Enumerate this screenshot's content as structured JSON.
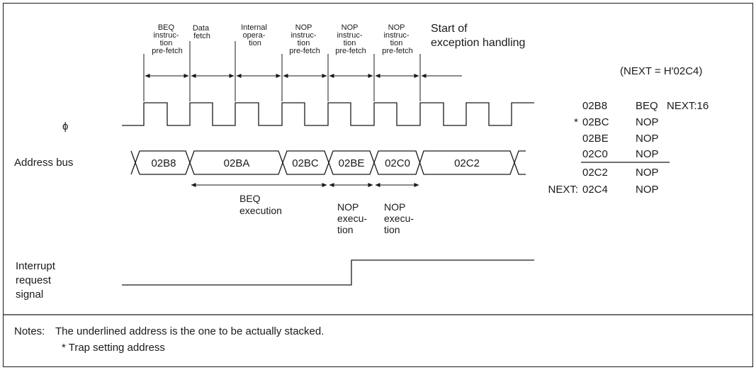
{
  "phases": [
    {
      "lines": [
        "BEQ",
        "instruc-",
        "tion",
        "pre-fetch"
      ]
    },
    {
      "lines": [
        "Data",
        "fetch"
      ]
    },
    {
      "lines": [
        "Internal",
        "opera-",
        "tion"
      ]
    },
    {
      "lines": [
        "NOP",
        "instruc-",
        "tion",
        "pre-fetch"
      ]
    },
    {
      "lines": [
        "NOP",
        "instruc-",
        "tion",
        "pre-fetch"
      ]
    },
    {
      "lines": [
        "NOP",
        "instruc-",
        "tion",
        "pre-fetch"
      ]
    }
  ],
  "exception_start": {
    "lines": [
      "Start of",
      "exception handling"
    ]
  },
  "next_note": "(NEXT = H'02C4)",
  "signals": {
    "clock": "ϕ",
    "address_bus": "Address bus",
    "interrupt": [
      "Interrupt",
      "request",
      "signal"
    ]
  },
  "bus_values": [
    "02B8",
    "02BA",
    "02BC",
    "02BE",
    "02C0",
    "02C2"
  ],
  "executions": [
    {
      "lines": [
        "BEQ",
        "execution"
      ]
    },
    {
      "lines": [
        "NOP",
        "execu-",
        "tion"
      ]
    },
    {
      "lines": [
        "NOP",
        "execu-",
        "tion"
      ]
    }
  ],
  "program": {
    "rows": [
      {
        "prefix": "",
        "addr": "02B8",
        "instr": "BEQ",
        "operand": "NEXT:16",
        "underlined": false
      },
      {
        "prefix": "*",
        "addr": "02BC",
        "instr": "NOP",
        "operand": "",
        "underlined": false
      },
      {
        "prefix": "",
        "addr": "02BE",
        "instr": "NOP",
        "operand": "",
        "underlined": false
      },
      {
        "prefix": "",
        "addr": "02C0",
        "instr": "NOP",
        "operand": "",
        "underlined": true
      },
      {
        "prefix": "",
        "addr": "02C2",
        "instr": "NOP",
        "operand": "",
        "underlined": false
      },
      {
        "prefix": "NEXT:",
        "addr": "02C4",
        "instr": "NOP",
        "operand": "",
        "underlined": false
      }
    ]
  },
  "notes": {
    "label": "Notes:",
    "line1": "The underlined address is the one to be actually stacked.",
    "line2": "* Trap setting address"
  }
}
